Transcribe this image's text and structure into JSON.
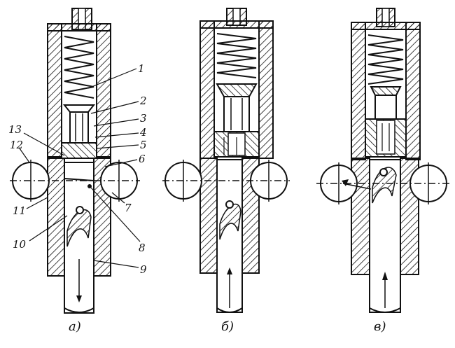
{
  "views": [
    {
      "id": "a",
      "caption": "а)"
    },
    {
      "id": "b",
      "caption": "б)"
    },
    {
      "id": "v",
      "caption": "в)"
    }
  ],
  "callouts": [
    "1",
    "2",
    "3",
    "4",
    "5",
    "6",
    "7",
    "8",
    "9",
    "10",
    "11",
    "12",
    "13"
  ],
  "colors": {
    "ink": "#111111",
    "paper": "#ffffff"
  }
}
